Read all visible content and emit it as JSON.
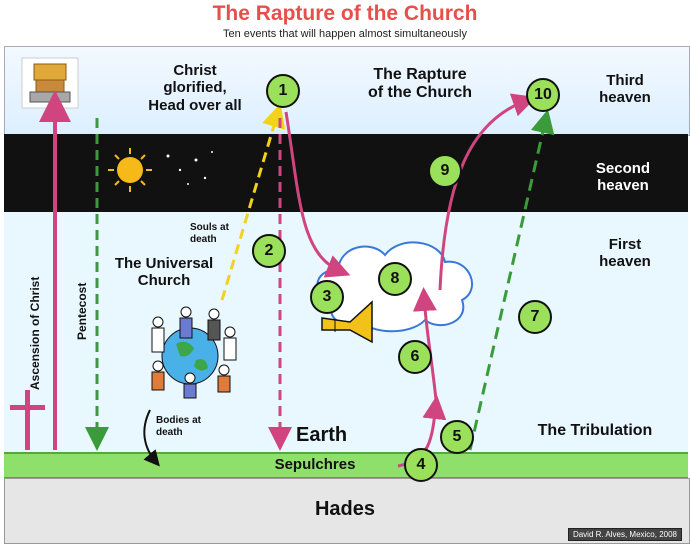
{
  "header": {
    "title": "The Rapture of the Church",
    "subtitle": "Ten events that will happen almost simultaneously"
  },
  "regions": {
    "third_heaven": "Third\nheaven",
    "second_heaven": "Second\nheaven",
    "first_heaven": "First\nheaven",
    "earth": "Earth",
    "sepulchres": "Sepulchres",
    "hades": "Hades",
    "tribulation": "The Tribulation"
  },
  "labels": {
    "christ": "Christ\nglorified,\nHead over all",
    "rapture": "The Rapture\nof the Church",
    "universal_church": "The Universal\nChurch",
    "souls": "Souls at\ndeath",
    "bodies": "Bodies at\ndeath",
    "ascension": "Ascension of Christ",
    "pentecost": "Pentecost"
  },
  "numbers": [
    "1",
    "2",
    "3",
    "4",
    "5",
    "6",
    "7",
    "8",
    "9",
    "10"
  ],
  "credit": "David R. Alves, Mexico, 2008",
  "colors": {
    "title": "#e5504a",
    "magenta_arrow": "#d0457f",
    "green_arrow": "#3a9b3a",
    "yellow_arrow": "#f2d21a",
    "badge": "#9be05a"
  }
}
